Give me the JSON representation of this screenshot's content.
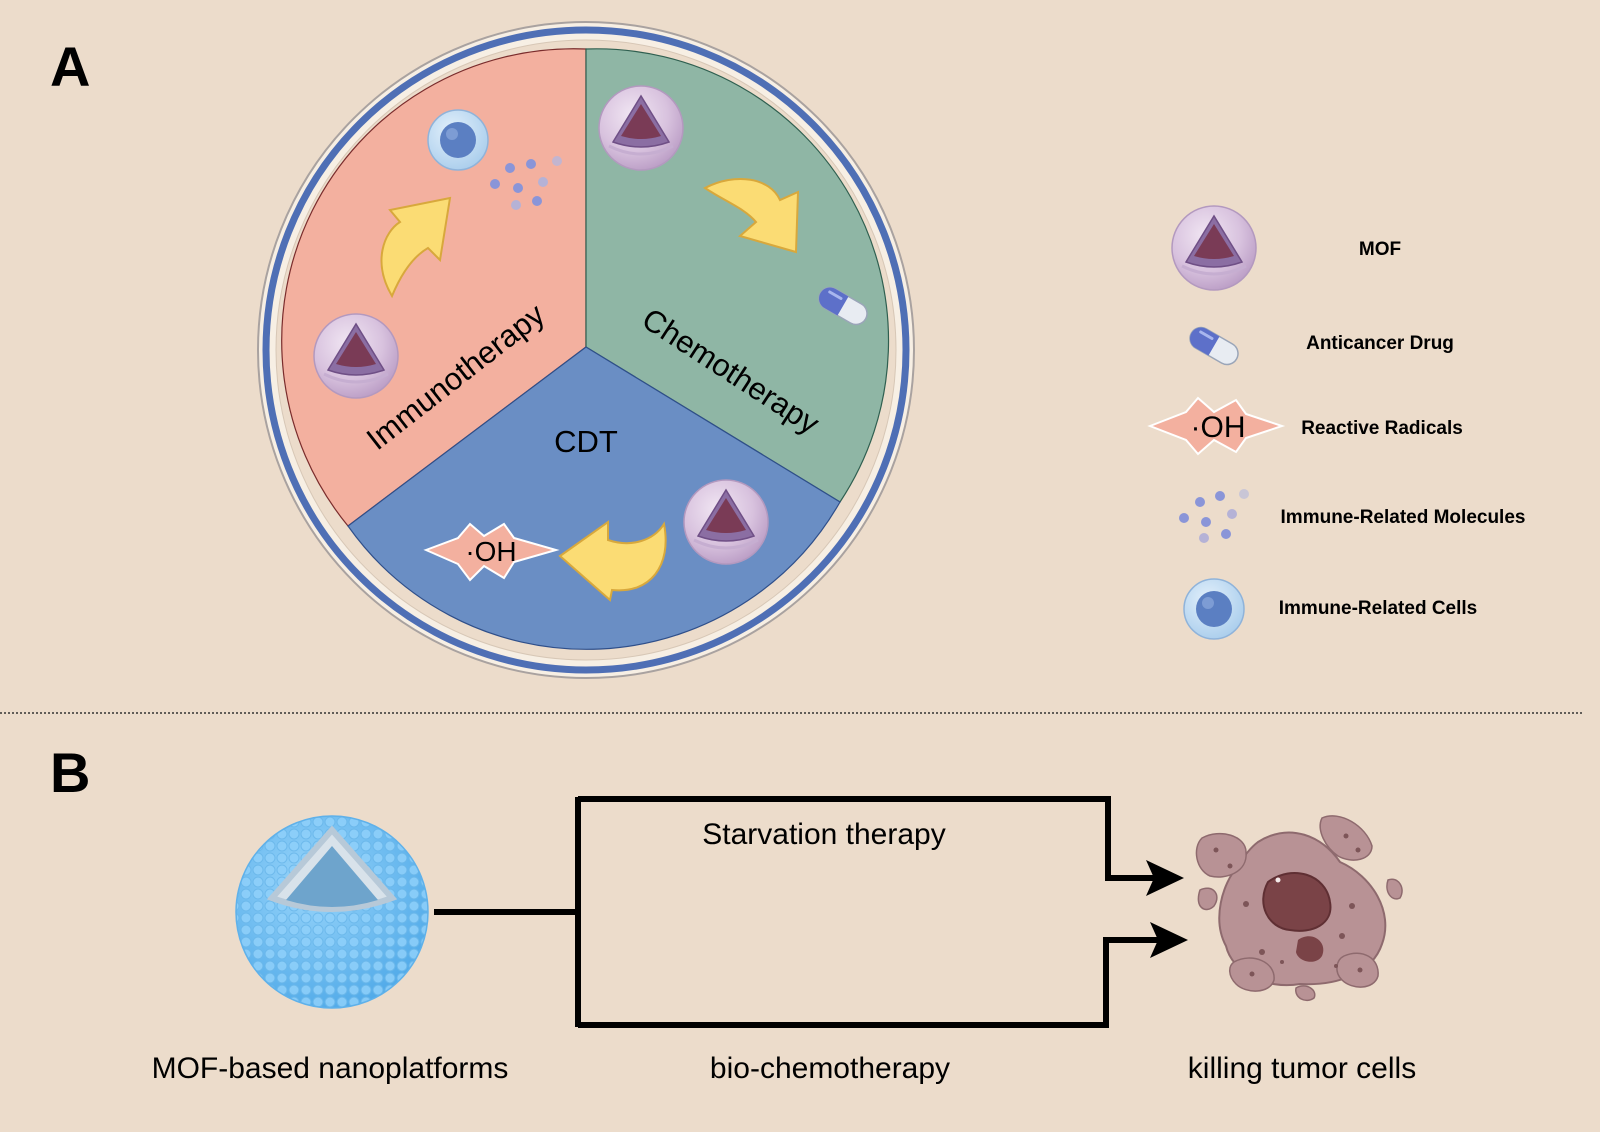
{
  "panel_a": {
    "label": "A",
    "sectors": {
      "immunotherapy": "Immunotherapy",
      "chemotherapy": "Chemotherapy",
      "cdt": "CDT"
    },
    "oh_label": "·OH"
  },
  "legend": {
    "items": [
      {
        "icon": "mof-icon",
        "label": "MOF"
      },
      {
        "icon": "capsule-icon",
        "label": "Anticancer Drug"
      },
      {
        "icon": "starburst-icon",
        "label": "Reactive Radicals",
        "symbol": "·OH"
      },
      {
        "icon": "molecules-icon",
        "label": "Immune-Related Molecules"
      },
      {
        "icon": "immune-cell-icon",
        "label": "Immune-Related Cells"
      }
    ]
  },
  "panel_b": {
    "label": "B",
    "source_label": "MOF-based nanoplatforms",
    "upper_branch_label": "Starvation therapy",
    "lower_branch_label": "bio-chemotherapy",
    "target_label": "killing tumor cells"
  },
  "colors": {
    "background": "#ecdccb",
    "immunotherapy": "#f3b09f",
    "chemotherapy": "#8fb6a5",
    "cdt": "#6a8ec4",
    "ring": "#4f6fb5",
    "arrow": "#fbdc74"
  }
}
